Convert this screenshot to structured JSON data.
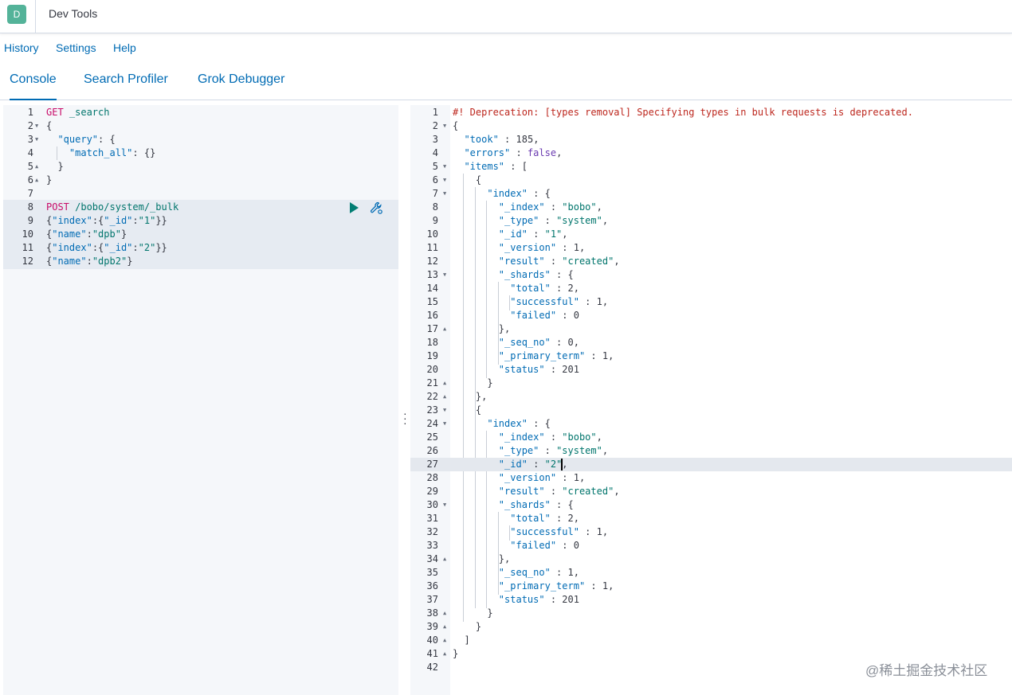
{
  "header": {
    "avatar_letter": "D",
    "title": "Dev Tools"
  },
  "menu": {
    "items": [
      "History",
      "Settings",
      "Help"
    ]
  },
  "tabs": {
    "items": [
      "Console",
      "Search Profiler",
      "Grok Debugger"
    ],
    "active": "Console"
  },
  "request_editor": {
    "line_count": 12,
    "highlighted_lines": [
      8,
      12
    ],
    "lines": [
      [
        {
          "t": "GET",
          "c": "method"
        },
        {
          "t": " _search",
          "c": "url"
        }
      ],
      [
        {
          "t": "{",
          "c": "punc"
        }
      ],
      [
        {
          "t": "  ",
          "c": "punc"
        },
        {
          "t": "\"query\"",
          "c": "key"
        },
        {
          "t": ": {",
          "c": "punc"
        }
      ],
      [
        {
          "t": "    ",
          "c": "punc"
        },
        {
          "t": "\"match_all\"",
          "c": "key"
        },
        {
          "t": ": {}",
          "c": "punc"
        }
      ],
      [
        {
          "t": "  }",
          "c": "punc"
        }
      ],
      [
        {
          "t": "}",
          "c": "punc"
        }
      ],
      [],
      [
        {
          "t": "POST",
          "c": "method"
        },
        {
          "t": " /bobo/system/_bulk",
          "c": "url"
        }
      ],
      [
        {
          "t": "{",
          "c": "punc"
        },
        {
          "t": "\"index\"",
          "c": "key"
        },
        {
          "t": ":{",
          "c": "punc"
        },
        {
          "t": "\"_id\"",
          "c": "key"
        },
        {
          "t": ":",
          "c": "punc"
        },
        {
          "t": "\"1\"",
          "c": "str"
        },
        {
          "t": "}}",
          "c": "punc"
        }
      ],
      [
        {
          "t": "{",
          "c": "punc"
        },
        {
          "t": "\"name\"",
          "c": "key"
        },
        {
          "t": ":",
          "c": "punc"
        },
        {
          "t": "\"dpb\"",
          "c": "str"
        },
        {
          "t": "}",
          "c": "punc"
        }
      ],
      [
        {
          "t": "{",
          "c": "punc"
        },
        {
          "t": "\"index\"",
          "c": "key"
        },
        {
          "t": ":{",
          "c": "punc"
        },
        {
          "t": "\"_id\"",
          "c": "key"
        },
        {
          "t": ":",
          "c": "punc"
        },
        {
          "t": "\"2\"",
          "c": "str"
        },
        {
          "t": "}}",
          "c": "punc"
        }
      ],
      [
        {
          "t": "{",
          "c": "punc"
        },
        {
          "t": "\"name\"",
          "c": "key"
        },
        {
          "t": ":",
          "c": "punc"
        },
        {
          "t": "\"dpb2\"",
          "c": "str"
        },
        {
          "t": "}",
          "c": "punc"
        }
      ]
    ],
    "folds": {
      "2": "down",
      "3": "down",
      "5": "up",
      "6": "up"
    }
  },
  "response_viewer": {
    "line_count": 42,
    "active_line": 27,
    "lines": [
      [
        {
          "t": "#! Deprecation: [types removal] Specifying types in bulk requests is deprecated.",
          "c": "warn"
        }
      ],
      [
        {
          "t": "{",
          "c": "punc"
        }
      ],
      [
        {
          "t": "  ",
          "c": "punc"
        },
        {
          "t": "\"took\"",
          "c": "key"
        },
        {
          "t": " : ",
          "c": "punc"
        },
        {
          "t": "185",
          "c": "num"
        },
        {
          "t": ",",
          "c": "punc"
        }
      ],
      [
        {
          "t": "  ",
          "c": "punc"
        },
        {
          "t": "\"errors\"",
          "c": "key"
        },
        {
          "t": " : ",
          "c": "punc"
        },
        {
          "t": "false",
          "c": "bool"
        },
        {
          "t": ",",
          "c": "punc"
        }
      ],
      [
        {
          "t": "  ",
          "c": "punc"
        },
        {
          "t": "\"items\"",
          "c": "key"
        },
        {
          "t": " : [",
          "c": "punc"
        }
      ],
      [
        {
          "t": "    {",
          "c": "punc"
        }
      ],
      [
        {
          "t": "      ",
          "c": "punc"
        },
        {
          "t": "\"index\"",
          "c": "key"
        },
        {
          "t": " : {",
          "c": "punc"
        }
      ],
      [
        {
          "t": "        ",
          "c": "punc"
        },
        {
          "t": "\"_index\"",
          "c": "key"
        },
        {
          "t": " : ",
          "c": "punc"
        },
        {
          "t": "\"bobo\"",
          "c": "str"
        },
        {
          "t": ",",
          "c": "punc"
        }
      ],
      [
        {
          "t": "        ",
          "c": "punc"
        },
        {
          "t": "\"_type\"",
          "c": "key"
        },
        {
          "t": " : ",
          "c": "punc"
        },
        {
          "t": "\"system\"",
          "c": "str"
        },
        {
          "t": ",",
          "c": "punc"
        }
      ],
      [
        {
          "t": "        ",
          "c": "punc"
        },
        {
          "t": "\"_id\"",
          "c": "key"
        },
        {
          "t": " : ",
          "c": "punc"
        },
        {
          "t": "\"1\"",
          "c": "str"
        },
        {
          "t": ",",
          "c": "punc"
        }
      ],
      [
        {
          "t": "        ",
          "c": "punc"
        },
        {
          "t": "\"_version\"",
          "c": "key"
        },
        {
          "t": " : ",
          "c": "punc"
        },
        {
          "t": "1",
          "c": "num"
        },
        {
          "t": ",",
          "c": "punc"
        }
      ],
      [
        {
          "t": "        ",
          "c": "punc"
        },
        {
          "t": "\"result\"",
          "c": "key"
        },
        {
          "t": " : ",
          "c": "punc"
        },
        {
          "t": "\"created\"",
          "c": "str"
        },
        {
          "t": ",",
          "c": "punc"
        }
      ],
      [
        {
          "t": "        ",
          "c": "punc"
        },
        {
          "t": "\"_shards\"",
          "c": "key"
        },
        {
          "t": " : {",
          "c": "punc"
        }
      ],
      [
        {
          "t": "          ",
          "c": "punc"
        },
        {
          "t": "\"total\"",
          "c": "key"
        },
        {
          "t": " : ",
          "c": "punc"
        },
        {
          "t": "2",
          "c": "num"
        },
        {
          "t": ",",
          "c": "punc"
        }
      ],
      [
        {
          "t": "          ",
          "c": "punc"
        },
        {
          "t": "\"successful\"",
          "c": "key"
        },
        {
          "t": " : ",
          "c": "punc"
        },
        {
          "t": "1",
          "c": "num"
        },
        {
          "t": ",",
          "c": "punc"
        }
      ],
      [
        {
          "t": "          ",
          "c": "punc"
        },
        {
          "t": "\"failed\"",
          "c": "key"
        },
        {
          "t": " : ",
          "c": "punc"
        },
        {
          "t": "0",
          "c": "num"
        }
      ],
      [
        {
          "t": "        },",
          "c": "punc"
        }
      ],
      [
        {
          "t": "        ",
          "c": "punc"
        },
        {
          "t": "\"_seq_no\"",
          "c": "key"
        },
        {
          "t": " : ",
          "c": "punc"
        },
        {
          "t": "0",
          "c": "num"
        },
        {
          "t": ",",
          "c": "punc"
        }
      ],
      [
        {
          "t": "        ",
          "c": "punc"
        },
        {
          "t": "\"_primary_term\"",
          "c": "key"
        },
        {
          "t": " : ",
          "c": "punc"
        },
        {
          "t": "1",
          "c": "num"
        },
        {
          "t": ",",
          "c": "punc"
        }
      ],
      [
        {
          "t": "        ",
          "c": "punc"
        },
        {
          "t": "\"status\"",
          "c": "key"
        },
        {
          "t": " : ",
          "c": "punc"
        },
        {
          "t": "201",
          "c": "num"
        }
      ],
      [
        {
          "t": "      }",
          "c": "punc"
        }
      ],
      [
        {
          "t": "    },",
          "c": "punc"
        }
      ],
      [
        {
          "t": "    {",
          "c": "punc"
        }
      ],
      [
        {
          "t": "      ",
          "c": "punc"
        },
        {
          "t": "\"index\"",
          "c": "key"
        },
        {
          "t": " : {",
          "c": "punc"
        }
      ],
      [
        {
          "t": "        ",
          "c": "punc"
        },
        {
          "t": "\"_index\"",
          "c": "key"
        },
        {
          "t": " : ",
          "c": "punc"
        },
        {
          "t": "\"bobo\"",
          "c": "str"
        },
        {
          "t": ",",
          "c": "punc"
        }
      ],
      [
        {
          "t": "        ",
          "c": "punc"
        },
        {
          "t": "\"_type\"",
          "c": "key"
        },
        {
          "t": " : ",
          "c": "punc"
        },
        {
          "t": "\"system\"",
          "c": "str"
        },
        {
          "t": ",",
          "c": "punc"
        }
      ],
      [
        {
          "t": "        ",
          "c": "punc"
        },
        {
          "t": "\"_id\"",
          "c": "key"
        },
        {
          "t": " : ",
          "c": "punc"
        },
        {
          "t": "\"2\"",
          "c": "str"
        },
        {
          "t": ",",
          "c": "punc"
        }
      ],
      [
        {
          "t": "        ",
          "c": "punc"
        },
        {
          "t": "\"_version\"",
          "c": "key"
        },
        {
          "t": " : ",
          "c": "punc"
        },
        {
          "t": "1",
          "c": "num"
        },
        {
          "t": ",",
          "c": "punc"
        }
      ],
      [
        {
          "t": "        ",
          "c": "punc"
        },
        {
          "t": "\"result\"",
          "c": "key"
        },
        {
          "t": " : ",
          "c": "punc"
        },
        {
          "t": "\"created\"",
          "c": "str"
        },
        {
          "t": ",",
          "c": "punc"
        }
      ],
      [
        {
          "t": "        ",
          "c": "punc"
        },
        {
          "t": "\"_shards\"",
          "c": "key"
        },
        {
          "t": " : {",
          "c": "punc"
        }
      ],
      [
        {
          "t": "          ",
          "c": "punc"
        },
        {
          "t": "\"total\"",
          "c": "key"
        },
        {
          "t": " : ",
          "c": "punc"
        },
        {
          "t": "2",
          "c": "num"
        },
        {
          "t": ",",
          "c": "punc"
        }
      ],
      [
        {
          "t": "          ",
          "c": "punc"
        },
        {
          "t": "\"successful\"",
          "c": "key"
        },
        {
          "t": " : ",
          "c": "punc"
        },
        {
          "t": "1",
          "c": "num"
        },
        {
          "t": ",",
          "c": "punc"
        }
      ],
      [
        {
          "t": "          ",
          "c": "punc"
        },
        {
          "t": "\"failed\"",
          "c": "key"
        },
        {
          "t": " : ",
          "c": "punc"
        },
        {
          "t": "0",
          "c": "num"
        }
      ],
      [
        {
          "t": "        },",
          "c": "punc"
        }
      ],
      [
        {
          "t": "        ",
          "c": "punc"
        },
        {
          "t": "\"_seq_no\"",
          "c": "key"
        },
        {
          "t": " : ",
          "c": "punc"
        },
        {
          "t": "1",
          "c": "num"
        },
        {
          "t": ",",
          "c": "punc"
        }
      ],
      [
        {
          "t": "        ",
          "c": "punc"
        },
        {
          "t": "\"_primary_term\"",
          "c": "key"
        },
        {
          "t": " : ",
          "c": "punc"
        },
        {
          "t": "1",
          "c": "num"
        },
        {
          "t": ",",
          "c": "punc"
        }
      ],
      [
        {
          "t": "        ",
          "c": "punc"
        },
        {
          "t": "\"status\"",
          "c": "key"
        },
        {
          "t": " : ",
          "c": "punc"
        },
        {
          "t": "201",
          "c": "num"
        }
      ],
      [
        {
          "t": "      }",
          "c": "punc"
        }
      ],
      [
        {
          "t": "    }",
          "c": "punc"
        }
      ],
      [
        {
          "t": "  ]",
          "c": "punc"
        }
      ],
      [
        {
          "t": "}",
          "c": "punc"
        }
      ],
      []
    ],
    "folds": {
      "2": "down",
      "5": "down",
      "6": "down",
      "7": "down",
      "13": "down",
      "17": "up",
      "21": "up",
      "22": "up",
      "23": "down",
      "24": "down",
      "30": "down",
      "34": "up",
      "38": "up",
      "39": "up",
      "40": "up",
      "41": "up"
    }
  },
  "colors": {
    "accent": "#006bb4",
    "run_button": "#017d73",
    "method": "#c80a68",
    "string": "#00756c",
    "warning": "#bd271e"
  },
  "icons": {
    "run": "play-icon",
    "settings": "wrench-icon",
    "resizer": "vertical-dots-icon"
  },
  "watermark": "@稀土掘金技术社区"
}
